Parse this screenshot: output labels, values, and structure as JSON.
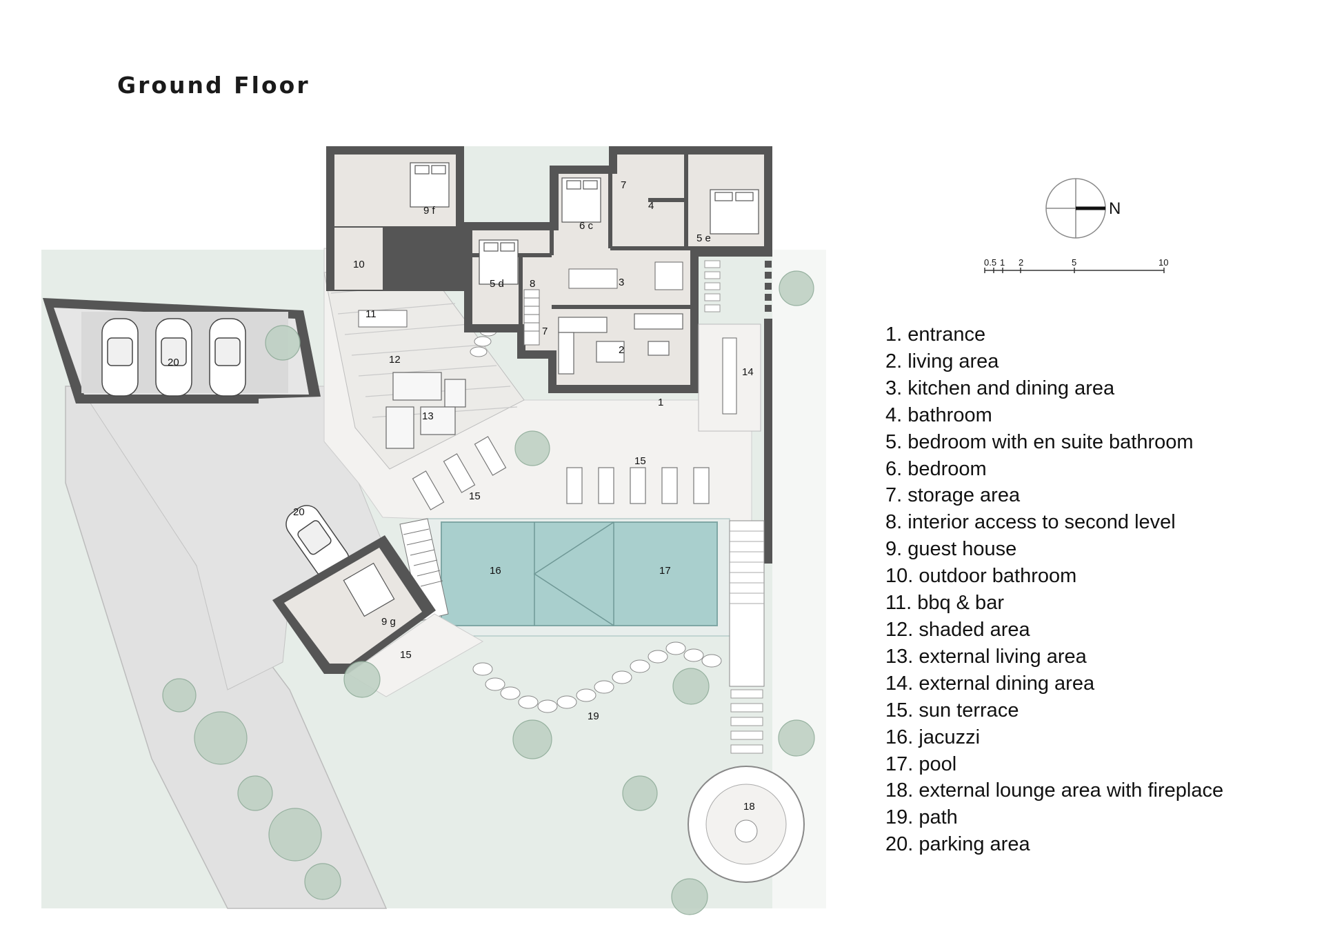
{
  "title": "Ground Floor",
  "compass": {
    "label": "N"
  },
  "scale_bar": {
    "ticks": [
      "0.5",
      "1",
      "2",
      "5",
      "10"
    ]
  },
  "rooms": {
    "r1": "1",
    "r2": "2",
    "r3": "3",
    "r4": "4",
    "r5d": "5 d",
    "r5e": "5 e",
    "r6c": "6 c",
    "r7a": "7",
    "r7b": "7",
    "r8": "8",
    "r9f": "9 f",
    "r9g": "9 g",
    "r10": "10",
    "r11": "11",
    "r12": "12",
    "r13": "13",
    "r14": "14",
    "r15a": "15",
    "r15b": "15",
    "r15c": "15",
    "r16": "16",
    "r17": "17",
    "r18": "18",
    "r19": "19",
    "r20a": "20",
    "r20b": "20"
  },
  "legend": [
    "1. entrance",
    "2. living area",
    "3. kitchen and dining area",
    "4. bathroom",
    "5. bedroom with en suite bathroom",
    "6. bedroom",
    "7. storage area",
    "8. interior access to second level",
    "9. guest house",
    "10. outdoor bathroom",
    "11. bbq & bar",
    "12. shaded area",
    "13. external living area",
    "14. external dining area",
    "15. sun terrace",
    "16. jacuzzi",
    "17. pool",
    "18. external lounge area with fireplace",
    "19. path",
    "20. parking area"
  ],
  "colors": {
    "wall": "#555555",
    "interior_floor": "#e9e6e2",
    "terrace": "#f3f2f0",
    "lawn": "#e6ede8",
    "driveway": "#e3e3e3",
    "pool_water": "#a9cfcd",
    "tree": "#9fbba8"
  }
}
